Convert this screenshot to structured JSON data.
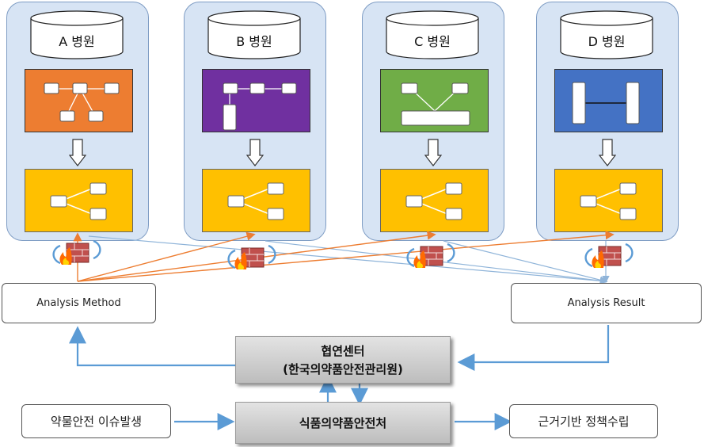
{
  "hospitals": [
    {
      "label": "A 병원",
      "schema_color": "#ed7d31"
    },
    {
      "label": "B 병원",
      "schema_color": "#7030a0"
    },
    {
      "label": "C 병원",
      "schema_color": "#70ad47"
    },
    {
      "label": "D 병원",
      "schema_color": "#4472c4"
    }
  ],
  "common_model_color": "#ffc000",
  "analysis_method": "Analysis Method",
  "analysis_result": "Analysis Result",
  "center": {
    "line1": "협연센터",
    "line2": "(한국의약품안전관리원)"
  },
  "mfds": "식품의약품안전처",
  "issue": "약물안전 이슈발생",
  "policy": "근거기반 정책수립",
  "colors": {
    "method_arrow": "#ed7d31",
    "result_arrow": "#8fb4d9",
    "flow_arrow": "#5b9bd5"
  }
}
